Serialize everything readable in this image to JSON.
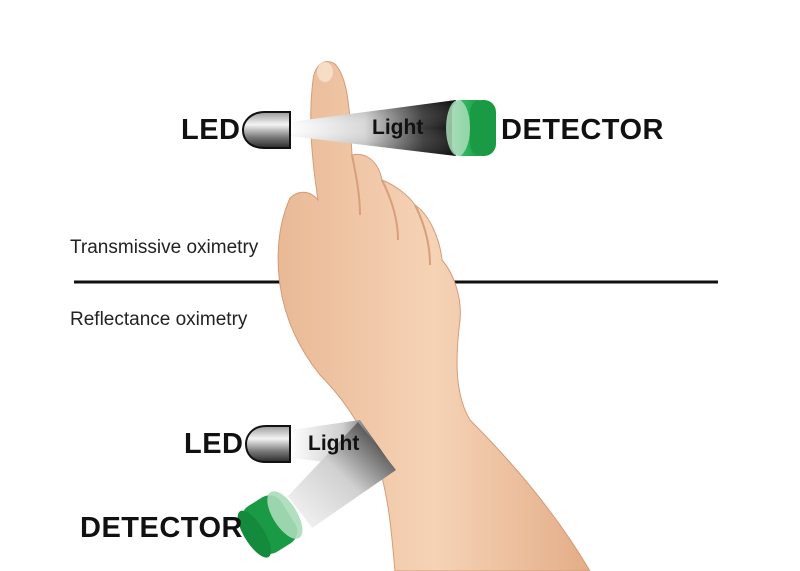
{
  "top": {
    "led_label": "LED",
    "light_label": "Light",
    "detector_label": "DETECTOR"
  },
  "sections": {
    "transmissive": "Transmissive oximetry",
    "reflectance": "Reflectance oximetry"
  },
  "bottom": {
    "led_label": "LED",
    "light_label": "Light",
    "detector_label": "DETECTOR"
  },
  "colors": {
    "detector_green": "#1fa34a",
    "divider": "#111111",
    "skin": "#f1c7a6"
  }
}
